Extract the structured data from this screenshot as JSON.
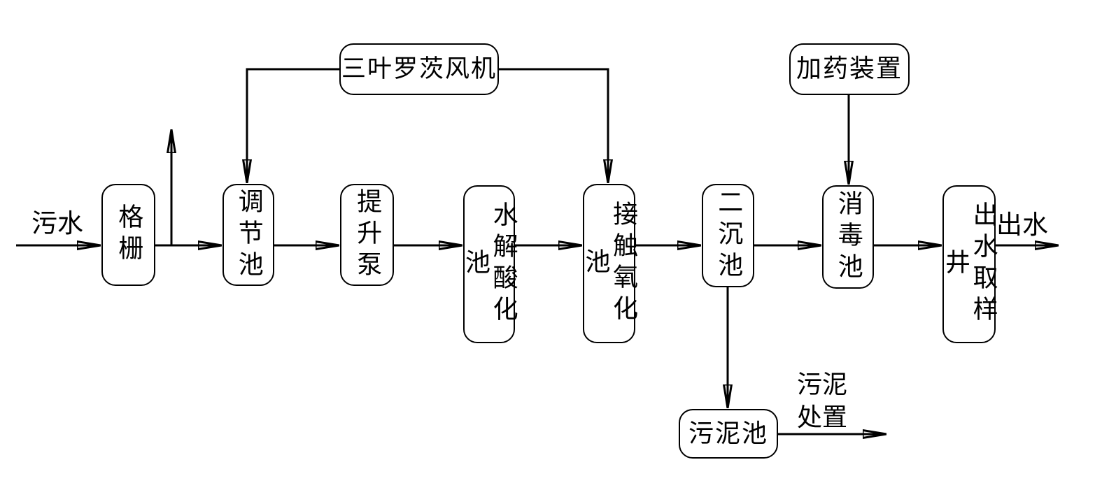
{
  "diagram": {
    "type": "process-flow",
    "language": "zh-CN",
    "subject": "sewage treatment process flow",
    "colors": {
      "background": "#ffffff",
      "line": "#000000",
      "node_border": "#000000",
      "node_fill": "#ffffff",
      "text": "#000000"
    },
    "nodes": [
      {
        "id": "grid-screen",
        "label": "格栅",
        "orientation": "vertical"
      },
      {
        "id": "regulating-tank",
        "label": "调节池",
        "orientation": "vertical"
      },
      {
        "id": "lift-pump",
        "label": "提升泵",
        "orientation": "vertical"
      },
      {
        "id": "hydrolysis-acidification-tank",
        "label": "水解酸化池",
        "orientation": "vertical"
      },
      {
        "id": "contact-oxidation-tank",
        "label": "接触氧化池",
        "orientation": "vertical"
      },
      {
        "id": "secondary-sedimentation-tank",
        "label": "二沉池",
        "orientation": "vertical"
      },
      {
        "id": "disinfection-tank",
        "label": "消毒池",
        "orientation": "vertical"
      },
      {
        "id": "effluent-sampling-well",
        "label": "出水取样井",
        "orientation": "vertical"
      },
      {
        "id": "roots-blower",
        "label": "三叶罗茨风机",
        "orientation": "horizontal"
      },
      {
        "id": "dosing-device",
        "label": "加药装置",
        "orientation": "horizontal"
      },
      {
        "id": "sludge-tank",
        "label": "污泥池",
        "orientation": "horizontal"
      }
    ],
    "labels": {
      "influent": "污水",
      "effluent": "出水",
      "sludge_disposal_line1": "污泥",
      "sludge_disposal_line2": "处置"
    },
    "edges": [
      {
        "from": "influent",
        "to": "grid-screen",
        "style": "arrow"
      },
      {
        "from": "grid-screen",
        "to": "regulating-tank",
        "style": "arrow"
      },
      {
        "from": "grid-screen-outlet-line",
        "to": "upward-vent",
        "style": "arrow-up"
      },
      {
        "from": "regulating-tank",
        "to": "lift-pump",
        "style": "arrow"
      },
      {
        "from": "lift-pump",
        "to": "hydrolysis-acidification-tank",
        "style": "arrow"
      },
      {
        "from": "hydrolysis-acidification-tank",
        "to": "contact-oxidation-tank",
        "style": "arrow"
      },
      {
        "from": "contact-oxidation-tank",
        "to": "secondary-sedimentation-tank",
        "style": "arrow"
      },
      {
        "from": "secondary-sedimentation-tank",
        "to": "disinfection-tank",
        "style": "arrow"
      },
      {
        "from": "disinfection-tank",
        "to": "effluent-sampling-well",
        "style": "arrow"
      },
      {
        "from": "effluent-sampling-well",
        "to": "effluent",
        "style": "arrow"
      },
      {
        "from": "roots-blower",
        "to": "regulating-tank",
        "style": "arrow"
      },
      {
        "from": "roots-blower",
        "to": "contact-oxidation-tank",
        "style": "arrow"
      },
      {
        "from": "dosing-device",
        "to": "disinfection-tank",
        "style": "arrow"
      },
      {
        "from": "secondary-sedimentation-tank",
        "to": "sludge-tank",
        "style": "arrow"
      },
      {
        "from": "sludge-tank",
        "to": "sludge-disposal",
        "style": "arrow"
      }
    ]
  }
}
